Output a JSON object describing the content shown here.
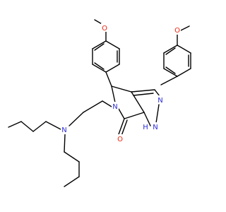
{
  "molecule": {
    "atoms": {
      "o_methoxy_left": {
        "text": "O",
        "element": "O"
      },
      "o_methoxy_right": {
        "text": "O",
        "element": "O"
      },
      "n_pyrrolidinone": {
        "text": "N",
        "element": "N"
      },
      "n_pyrazole": {
        "text": "N",
        "element": "N"
      },
      "nh_pyrazole_n": {
        "text": "N",
        "element": "N"
      },
      "nh_pyrazole_h": {
        "text": "H",
        "element": "N"
      },
      "n_amine": {
        "text": "N",
        "element": "N"
      },
      "o_carbonyl": {
        "text": "O",
        "element": "O"
      }
    },
    "colors": {
      "bond": "#000000",
      "oxygen": "#e8250f",
      "nitrogen": "#2b2bd6",
      "background": "#ffffff"
    }
  }
}
